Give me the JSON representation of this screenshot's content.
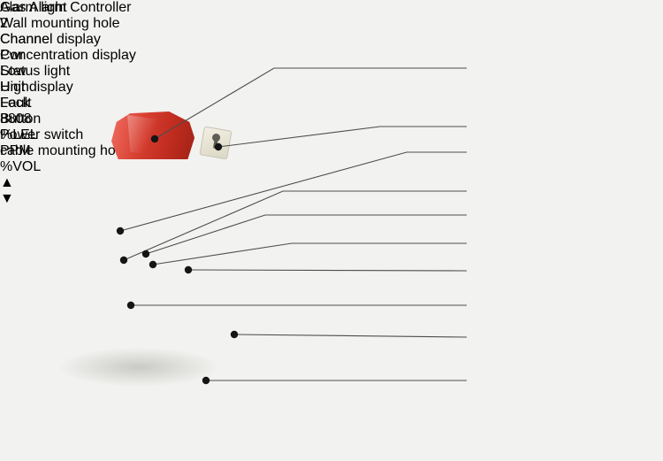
{
  "device": {
    "panel_title": "Gas Alarm Controller",
    "channel_display": {
      "value": "2",
      "label": "Channel"
    },
    "concentration_display": {
      "value": "8808"
    },
    "status_lights": [
      {
        "label": "Pwr",
        "color": "#3cb24a"
      },
      {
        "label": "Low",
        "color": "#cc352a"
      },
      {
        "label": "High",
        "color": "#cc352a"
      },
      {
        "label": "Fault",
        "color": "#e0a326"
      }
    ],
    "unit_indicators": [
      {
        "label": "%LEL"
      },
      {
        "label": "PPM"
      },
      {
        "label": "%VOL"
      }
    ],
    "buttons": {
      "up": "▲",
      "down": "▼"
    }
  },
  "annotations": [
    {
      "label": "Alarm light",
      "target": "alarm-light"
    },
    {
      "label": "Wall mounting hole",
      "target": "wall-mount-tab"
    },
    {
      "label": "Channel display",
      "target": "channel-display"
    },
    {
      "label": "Concentration display",
      "target": "concentration-display"
    },
    {
      "label": "Status light",
      "target": "status-lights"
    },
    {
      "label": "Unit display",
      "target": "unit-indicators"
    },
    {
      "label": "Lock",
      "target": "lock"
    },
    {
      "label": "Button",
      "target": "function-button"
    },
    {
      "label": "Power switch",
      "target": "power-switch"
    },
    {
      "label": "cable mounting hole",
      "target": "cable-gland"
    }
  ],
  "colors": {
    "background": "#f2f2f0",
    "panel_blue": "#2a418f",
    "alarm_red": "#d63e30",
    "body_cream": "#f6f3e8",
    "annotation_line": "#4d4d4d",
    "label_text": "#3d3d3d"
  }
}
